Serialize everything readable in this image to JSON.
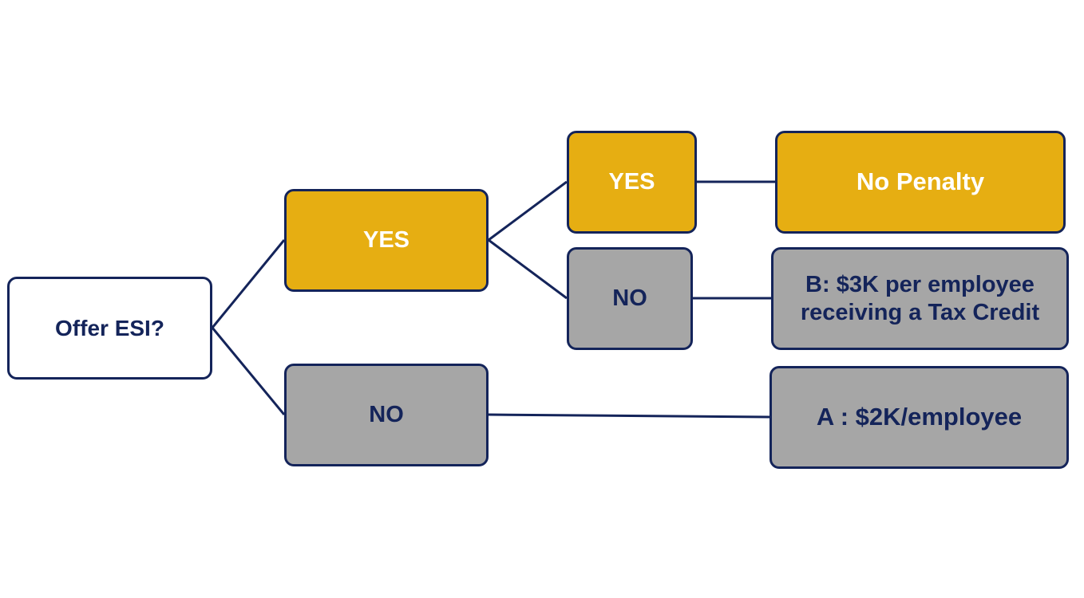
{
  "diagram": {
    "root": "Offer ESI?",
    "offer_yes": "YES",
    "offer_no": "NO",
    "affordable_yes": "YES",
    "affordable_no": "NO",
    "no_penalty": "No Penalty",
    "penalty_b_line1": "B: $3K per employee",
    "penalty_b_line2": "receiving a Tax Credit",
    "penalty_a": "A : $2K/employee"
  },
  "colors": {
    "navy": "#14245a",
    "gold": "#e6ae12",
    "gray": "#a6a6a6",
    "white": "#ffffff"
  }
}
